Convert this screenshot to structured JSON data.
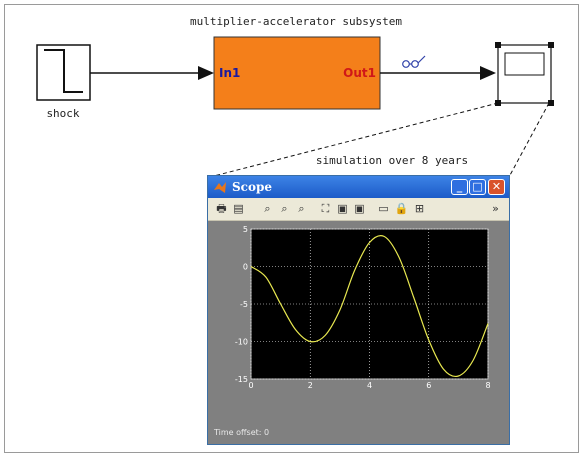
{
  "diagram": {
    "subsystem_label": "multiplier-accelerator subsystem",
    "shock_label": "shock",
    "in_port": "In1",
    "out_port": "Out1",
    "glasses_icon": "glasses-icon",
    "annotation": "simulation over 8 years",
    "colors": {
      "subsystem_fill": "#f47f1a",
      "port_in": "#1a1aa0",
      "port_out": "#d01818",
      "line": "#111111"
    }
  },
  "scope": {
    "title": "Scope",
    "minimize": "_",
    "maximize": "□",
    "close": "✕",
    "toolbar": [
      {
        "name": "print-icon",
        "glyph": "🖶"
      },
      {
        "name": "parameters-icon",
        "glyph": "▤"
      },
      {
        "name": "zoom-icon",
        "glyph": "⌕"
      },
      {
        "name": "zoom-x-icon",
        "glyph": "⌕"
      },
      {
        "name": "zoom-y-icon",
        "glyph": "⌕"
      },
      {
        "name": "autoscale-icon",
        "glyph": "⛶"
      },
      {
        "name": "save-axes-icon",
        "glyph": "▣"
      },
      {
        "name": "restore-axes-icon",
        "glyph": "▣"
      },
      {
        "name": "floating-scope-icon",
        "glyph": "▭"
      },
      {
        "name": "lock-icon",
        "glyph": "🔒"
      },
      {
        "name": "signal-selection-icon",
        "glyph": "⊞"
      }
    ],
    "overflow": "»",
    "status": "Time offset:  0"
  },
  "chart_data": {
    "type": "line",
    "title": "",
    "xlabel": "",
    "ylabel": "",
    "xlim": [
      0,
      8
    ],
    "ylim": [
      -15,
      5
    ],
    "xticks": [
      0,
      2,
      4,
      6,
      8
    ],
    "yticks": [
      5,
      0,
      -5,
      -10,
      -15
    ],
    "grid": true,
    "series": [
      {
        "color": "#e8e850",
        "x": [
          0,
          0.5,
          1,
          1.5,
          2,
          2.5,
          3,
          3.5,
          4,
          4.5,
          5,
          5.5,
          6,
          6.5,
          7,
          7.5,
          8
        ],
        "y": [
          0,
          -1.4,
          -5,
          -8.4,
          -10,
          -9.2,
          -5.8,
          -0.5,
          3.2,
          4,
          1.2,
          -4.2,
          -9.8,
          -13.7,
          -14.6,
          -12.5,
          -7.6
        ]
      }
    ]
  }
}
